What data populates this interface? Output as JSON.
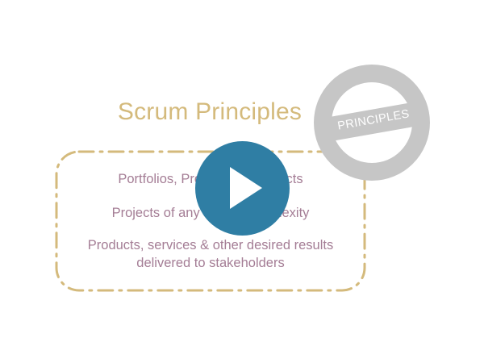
{
  "slide": {
    "title": "Scrum Principles",
    "items": [
      "Portfolios, Programs & Projects",
      "Projects of any size or complexity",
      "Products, services & other desired results",
      "delivered to stakeholders"
    ]
  },
  "badge": {
    "label": "PRINCIPLES",
    "icon": "principles-badge-icon"
  },
  "player": {
    "icon": "play-icon"
  },
  "colors": {
    "title": "#d4ba7c",
    "text": "#a47d95",
    "frame": "#d4ba7c",
    "badge": "#c6c6c6",
    "play": "#2f7ea4"
  }
}
